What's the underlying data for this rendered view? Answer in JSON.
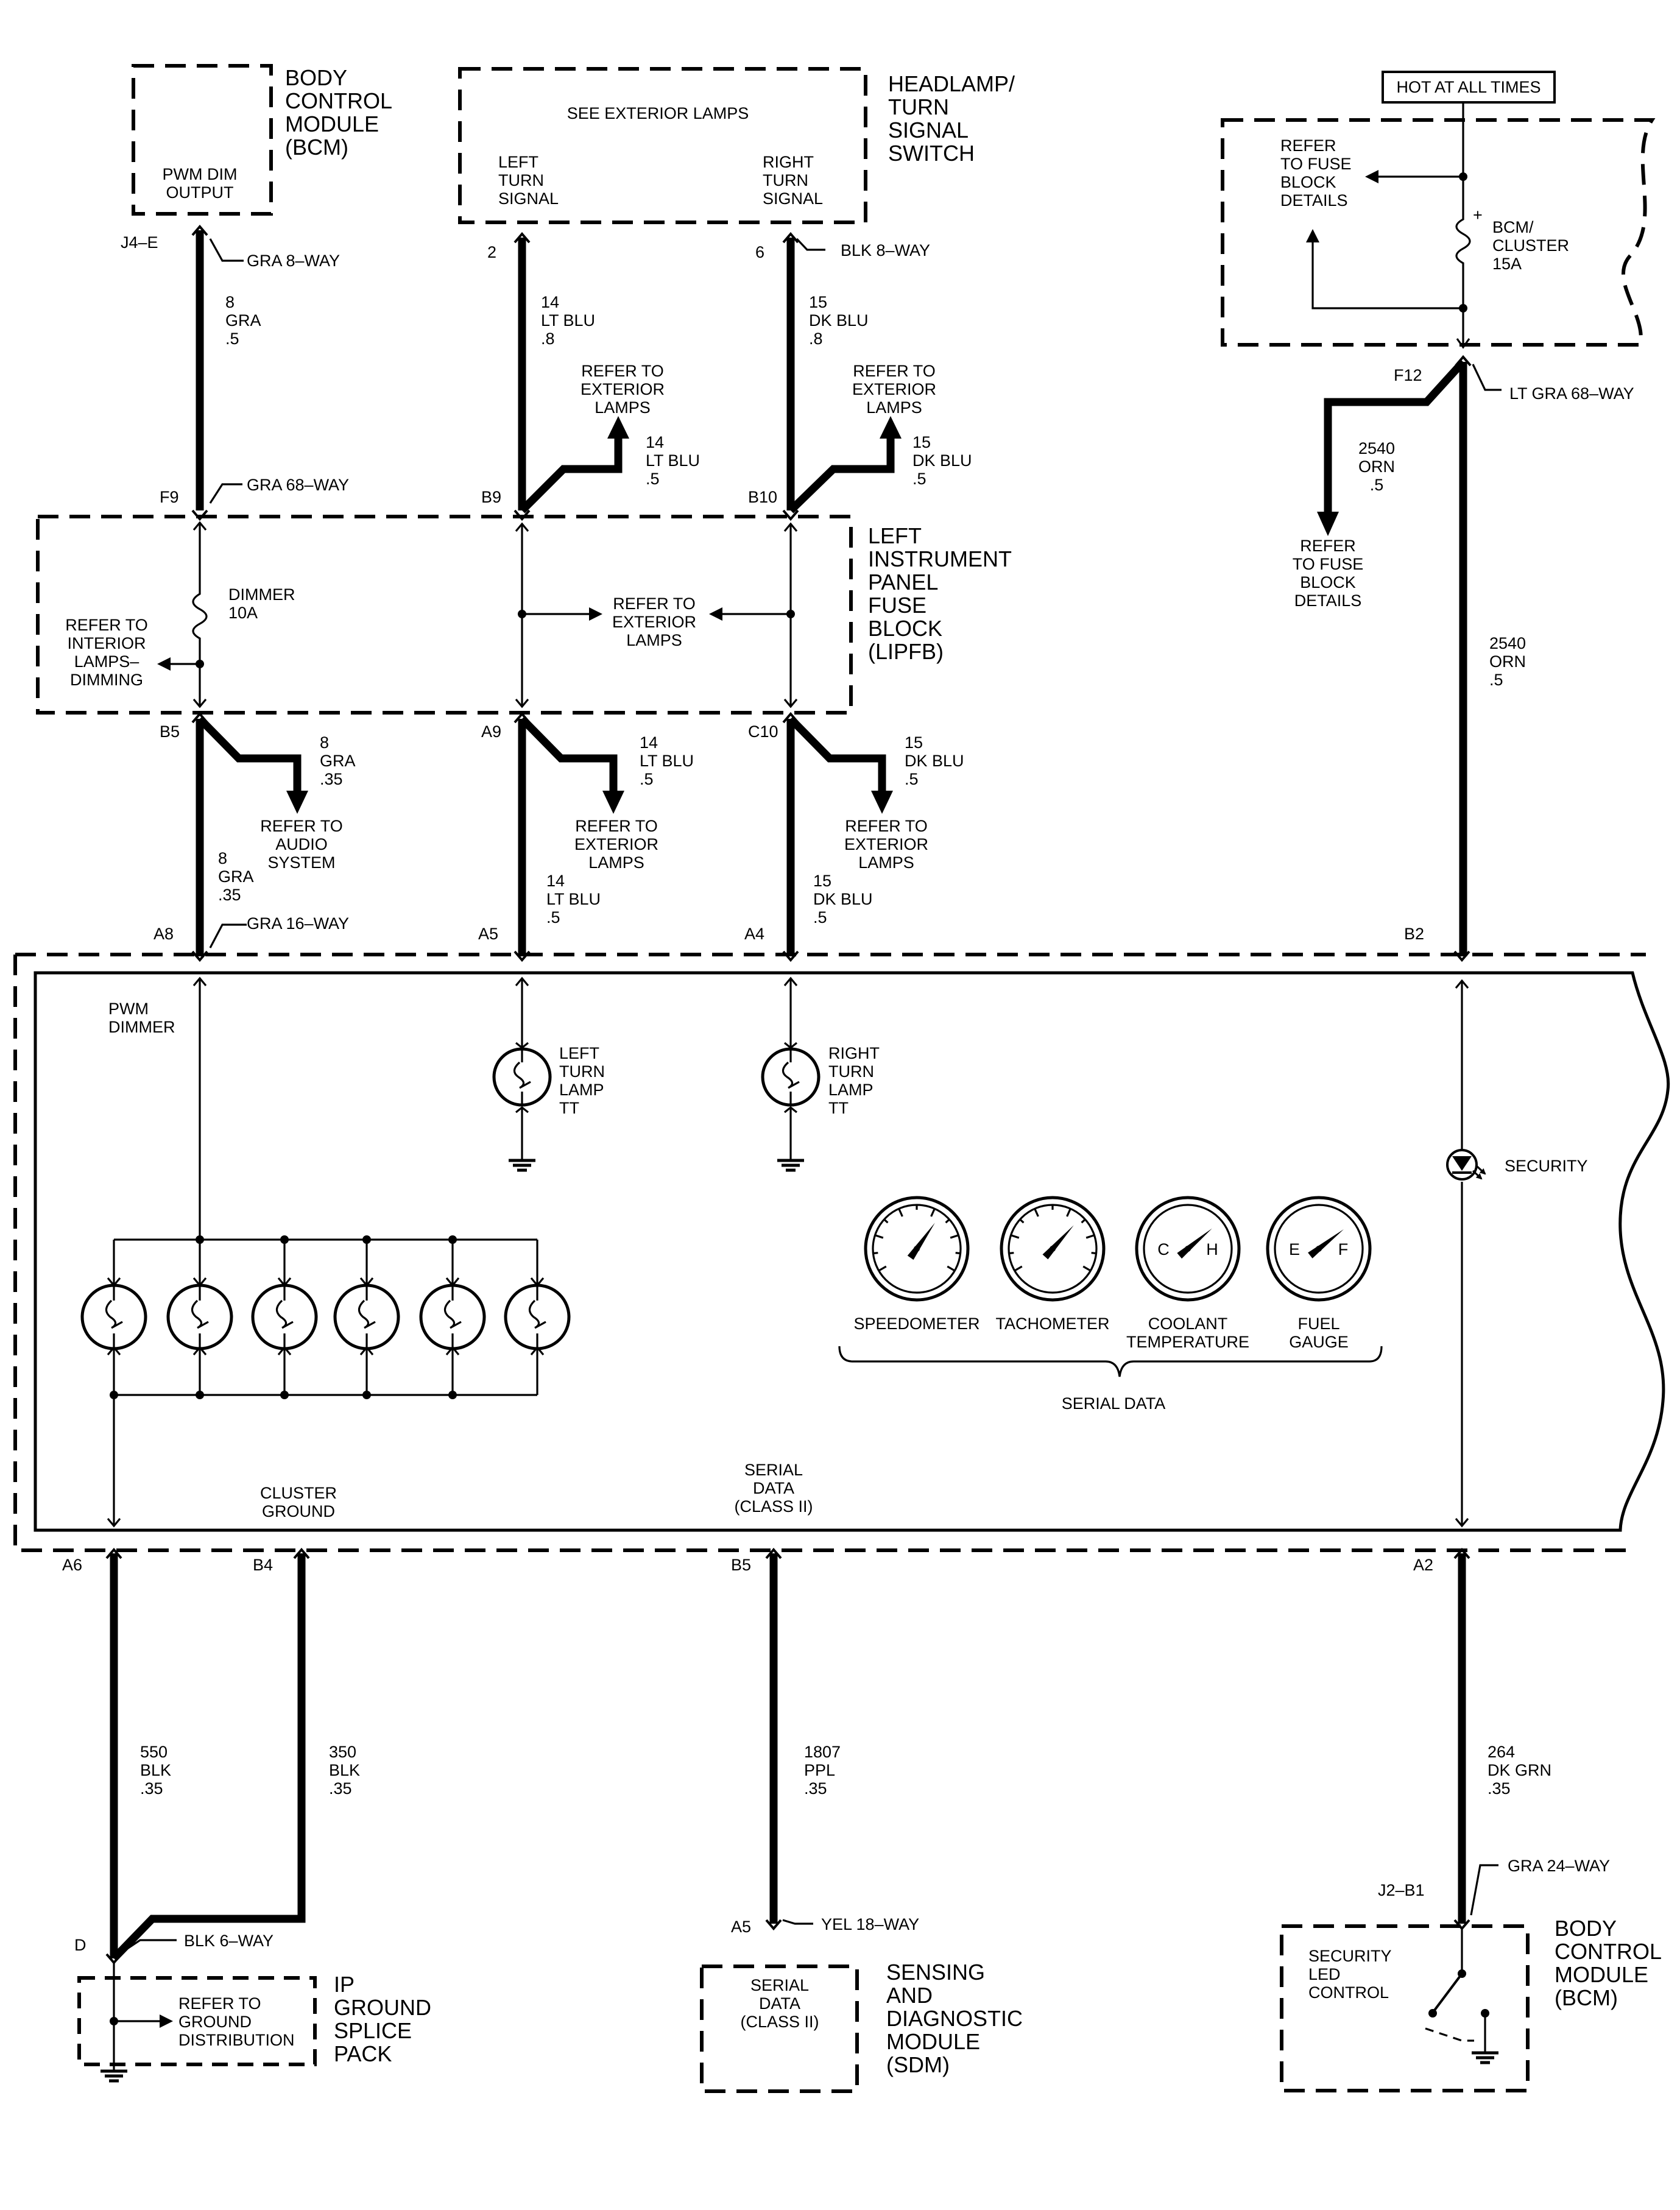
{
  "bcm_top": {
    "name": [
      "BODY",
      "CONTROL",
      "MODULE",
      "(BCM)"
    ],
    "pin_label": [
      "PWM DIM",
      "OUTPUT"
    ]
  },
  "hl_switch": {
    "name": [
      "HEADLAMP/",
      "TURN",
      "SIGNAL",
      "SWITCH"
    ],
    "note": "SEE EXTERIOR LAMPS",
    "left": [
      "LEFT",
      "TURN",
      "SIGNAL"
    ],
    "right": [
      "RIGHT",
      "TURN",
      "SIGNAL"
    ]
  },
  "fusebox": {
    "hot": "HOT AT ALL TIMES",
    "refer": [
      "REFER",
      "TO FUSE",
      "BLOCK",
      "DETAILS"
    ],
    "fuse": [
      "BCM/",
      "CLUSTER",
      "15A"
    ],
    "plus": "+"
  },
  "lipfb": {
    "name": [
      "LEFT",
      "INSTRUMENT",
      "PANEL",
      "FUSE",
      "BLOCK",
      "(LIPFB)"
    ],
    "dimmer": [
      "DIMMER",
      "10A"
    ],
    "interior": [
      "REFER TO",
      "INTERIOR",
      "LAMPS–",
      "DIMMING"
    ],
    "exterior": [
      "REFER TO",
      "EXTERIOR",
      "LAMPS"
    ]
  },
  "cluster": {
    "pwm": [
      "PWM",
      "DIMMER"
    ],
    "ground": [
      "CLUSTER",
      "GROUND"
    ],
    "serial": [
      "SERIAL",
      "DATA",
      "(CLASS II)"
    ],
    "left_lamp": [
      "LEFT",
      "TURN",
      "LAMP",
      "TT"
    ],
    "right_lamp": [
      "RIGHT",
      "TURN",
      "LAMP",
      "TT"
    ],
    "security": "SECURITY",
    "gauges": [
      "SPEEDOMETER",
      "TACHOMETER",
      [
        "COOLANT",
        "TEMPERATURE"
      ],
      [
        "FUEL",
        "GAUGE"
      ]
    ],
    "gauge_marks": [
      "C",
      "H",
      "E",
      "F"
    ],
    "serial_data": "SERIAL DATA"
  },
  "wires": {
    "w8gra": [
      "8",
      "GRA",
      ".5"
    ],
    "w14lt8": [
      "14",
      "LT BLU",
      ".8"
    ],
    "w15dk8": [
      "15",
      "DK BLU",
      ".8"
    ],
    "w14lt5": [
      "14",
      "LT BLU",
      ".5"
    ],
    "w15dk5": [
      "15",
      "DK BLU",
      ".5"
    ],
    "w8gra35": [
      "8",
      "GRA",
      ".35"
    ],
    "w2540": [
      "2540",
      "ORN",
      ".5"
    ],
    "w550": [
      "550",
      "BLK",
      ".35"
    ],
    "w350": [
      "350",
      "BLK",
      ".35"
    ],
    "w1807": [
      "1807",
      "PPL",
      ".35"
    ],
    "w264": [
      "264",
      "DK GRN",
      ".35"
    ]
  },
  "refs": {
    "exterior": [
      "REFER TO",
      "EXTERIOR",
      "LAMPS"
    ],
    "audio": [
      "REFER TO",
      "AUDIO",
      "SYSTEM"
    ],
    "fuse_details": [
      "REFER",
      "TO FUSE",
      "BLOCK",
      "DETAILS"
    ]
  },
  "connectors": {
    "gra8": "GRA 8–WAY",
    "blk8": "BLK 8–WAY",
    "gra68": "GRA 68–WAY",
    "ltgra68": "LT GRA 68–WAY",
    "gra16": "GRA 16–WAY",
    "blk6": "BLK 6–WAY",
    "yel18": "YEL 18–WAY",
    "gra24": "GRA 24–WAY"
  },
  "pins": {
    "j4e": "J4–E",
    "p2": "2",
    "p6": "6",
    "f9": "F9",
    "b9": "B9",
    "b10": "B10",
    "f12": "F12",
    "b5": "B5",
    "a9": "A9",
    "c10": "C10",
    "a8": "A8",
    "a5": "A5",
    "a4": "A4",
    "b2": "B2",
    "a6": "A6",
    "b4": "B4",
    "b5b": "B5",
    "a2": "A2",
    "d": "D",
    "a5b": "A5",
    "j2b1": "J2–B1"
  },
  "ip_splice": {
    "name": [
      "IP",
      "GROUND",
      "SPLICE",
      "PACK"
    ],
    "refer": [
      "REFER TO",
      "GROUND",
      "DISTRIBUTION"
    ]
  },
  "sdm": {
    "name": [
      "SENSING",
      "AND",
      "DIAGNOSTIC",
      "MODULE",
      "(SDM)"
    ],
    "serial": [
      "SERIAL",
      "DATA",
      "(CLASS II)"
    ]
  },
  "bcm_bottom": {
    "name": [
      "BODY",
      "CONTROL",
      "MODULE",
      "(BCM)"
    ],
    "ctrl": [
      "SECURITY",
      "LED",
      "CONTROL"
    ]
  }
}
